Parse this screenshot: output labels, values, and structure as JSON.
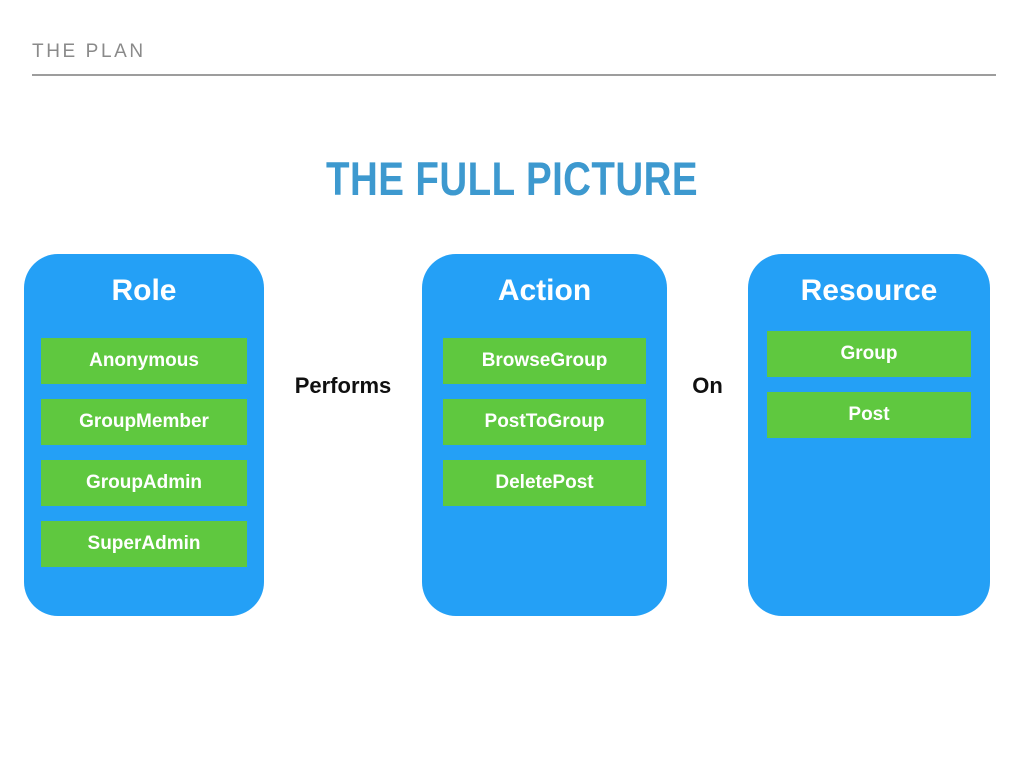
{
  "slide": {
    "header": "THE PLAN",
    "title": "THE FULL PICTURE"
  },
  "colors": {
    "card_blue": "#24a0f6",
    "chip_green": "#5fc83f",
    "title_blue": "#3d99cf",
    "header_gray": "#8a8a8a",
    "rule_gray": "#9d9d9d",
    "background": "#ffffff",
    "label_black": "#101010",
    "text_white": "#ffffff"
  },
  "diagram": {
    "columns": [
      {
        "title": "Role",
        "items": [
          {
            "label": "Anonymous"
          },
          {
            "label": "GroupMember"
          },
          {
            "label": "GroupAdmin"
          },
          {
            "label": "SuperAdmin"
          }
        ]
      },
      {
        "title": "Action",
        "items": [
          {
            "label": "BrowseGroup"
          },
          {
            "label": "PostToGroup"
          },
          {
            "label": "DeletePost"
          }
        ]
      },
      {
        "title": "Resource",
        "items": [
          {
            "label": "Group"
          },
          {
            "label": "Post"
          }
        ]
      }
    ],
    "connectors": [
      {
        "label": "Performs"
      },
      {
        "label": "On"
      }
    ]
  }
}
